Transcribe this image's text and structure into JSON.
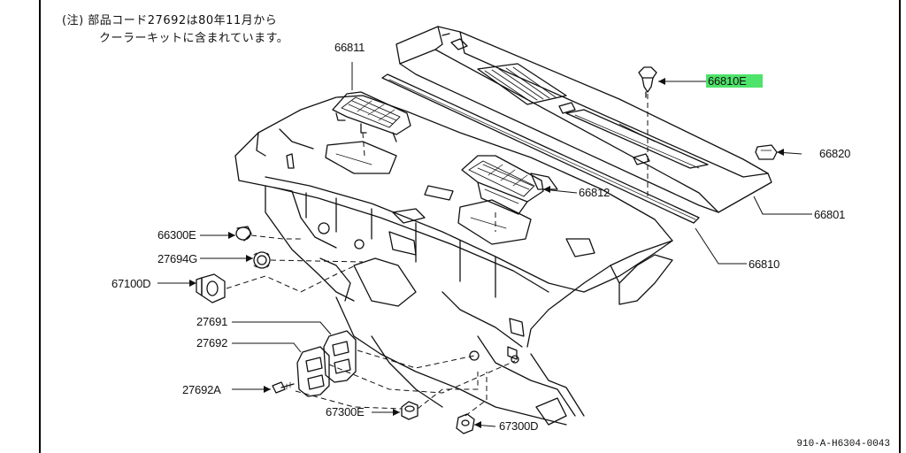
{
  "note": {
    "line1": "(注) 部品コード27692は80年11月から",
    "line2": "クーラーキットに含まれています。"
  },
  "labels": {
    "p66811": "66811",
    "p66810e": "66810E",
    "p66820": "66820",
    "p66812": "66812",
    "p66801": "66801",
    "p66810": "66810",
    "p66300e": "66300E",
    "p27694g": "27694G",
    "p67100d": "67100D",
    "p27691": "27691",
    "p27692": "27692",
    "p27692a": "27692A",
    "p67300e": "67300E",
    "p67300d": "67300D"
  },
  "highlighted_part": "66810E",
  "highlight_color": "#4ee36a",
  "drawing_code": "910-A-H6304-0043"
}
